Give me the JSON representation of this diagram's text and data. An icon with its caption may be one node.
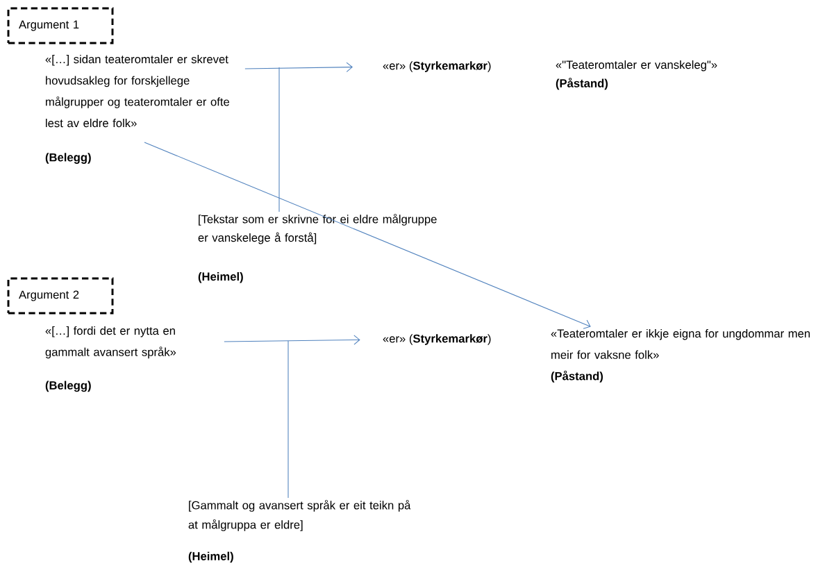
{
  "diagram": {
    "nodes": [
      {
        "text": [
          "Argument 1"
        ]
      },
      {
        "text": [
          "«[…] sidan teateromtaler er skrevet hovudsakleg for forskjellege målgrupper og teateromtaler er ofte lest av eldre folk»",
          "(Belegg)"
        ]
      },
      {
        "text": [
          "«er» (**Styrkemarkør**)"
        ]
      },
      {
        "text": [
          "«\"Teateromtaler er vanskeleg\"»",
          "(Påstand)"
        ]
      },
      {
        "text": [
          "[Tekstar som er skrivne for ei eldre målgruppe er vanskelege å forstå]",
          "(Heimel)"
        ]
      },
      {
        "text": [
          "Argument 2"
        ]
      },
      {
        "text": [
          "«[…] fordi det er nytta en gammalt avansert språk»",
          "(Belegg)"
        ]
      },
      {
        "text": [
          "«er» (**Styrkemarkør**)"
        ]
      },
      {
        "text": [
          "«Teateromtaler er ikkje eigna for ungdommar men meir for vaksne folk»",
          "(Påstand)"
        ]
      },
      {
        "text": [
          "[Gammalt og avansert språk er eit teikn på at målgruppa er eldre]",
          "(Heimel)"
        ]
      }
    ],
    "edges": [
      {
        "from": 1,
        "to": 2,
        "arrow": "to"
      },
      {
        "from": 4,
        "to": null,
        "arrow": "none"
      },
      {
        "from": 1,
        "to": 8,
        "arrow": "to"
      },
      {
        "from": 6,
        "to": 7,
        "arrow": "to"
      },
      {
        "from": 9,
        "to": null,
        "arrow": "none"
      }
    ]
  }
}
